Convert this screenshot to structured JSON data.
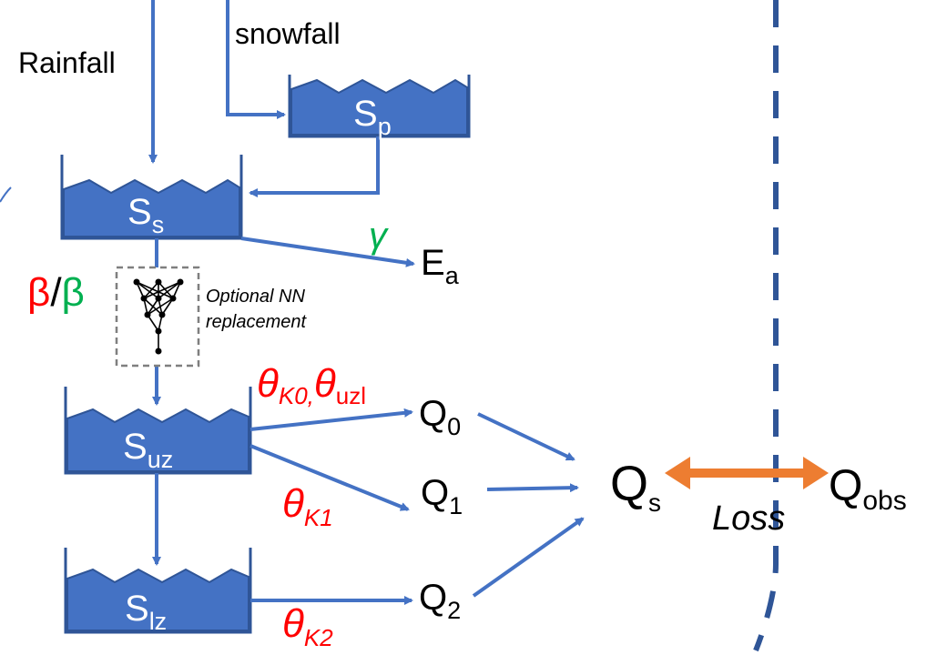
{
  "colors": {
    "flow": "#4472c4",
    "bucket_fill": "#4472c4",
    "bucket_stroke": "#2f5597",
    "dash_line": "#2f5597",
    "loss_arrow": "#ed7d31",
    "red": "#ff0000",
    "green": "#00b050",
    "text": "#000000",
    "nn_box": "#7f7f7f"
  },
  "inputs": {
    "rainfall": "Rainfall",
    "snowfall": "snowfall"
  },
  "stores": {
    "sp": {
      "base": "S",
      "sub": "p"
    },
    "ss": {
      "base": "S",
      "sub": "s"
    },
    "suz": {
      "base": "S",
      "sub": "uz"
    },
    "slz": {
      "base": "S",
      "sub": "lz"
    }
  },
  "params": {
    "gamma": "γ",
    "beta_red": "β",
    "slash": "/",
    "beta_green": "β",
    "theta": "θ",
    "k0_sub": "K0,",
    "uzl_sub": "uzl",
    "k1_sub": "K1",
    "k2_sub": "K2"
  },
  "nn_note": {
    "line1": "Optional NN",
    "line2": "replacement"
  },
  "outputs": {
    "ea": {
      "base": "E",
      "sub": "a"
    },
    "q0": {
      "base": "Q",
      "sub": "0"
    },
    "q1": {
      "base": "Q",
      "sub": "1"
    },
    "q2": {
      "base": "Q",
      "sub": "2"
    },
    "qs": {
      "base": "Q",
      "sub": "s"
    },
    "qobs": {
      "base": "Q",
      "sub": "obs"
    }
  },
  "loss_label": "Loss"
}
